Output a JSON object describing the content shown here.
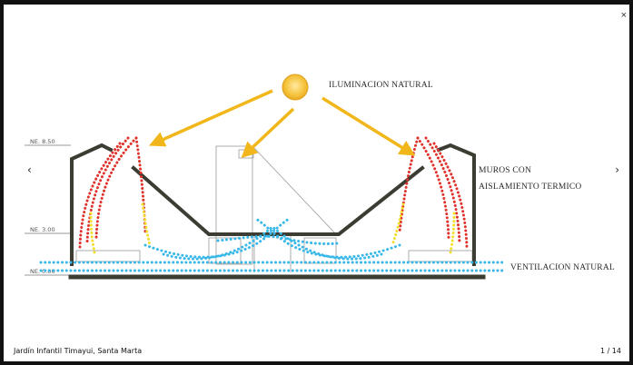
{
  "viewer": {
    "close_label": "×",
    "prev_label": "‹",
    "next_label": "›",
    "caption": "Jardín Infantil Timayui, Santa Marta",
    "counter": "1 / 14"
  },
  "diagram": {
    "labels": {
      "lighting": "ILUMINACION NATURAL",
      "walls_line1": "MUROS CON",
      "walls_line2": "AISLAMIENTO TERMICO",
      "ventilation": "VENTILACION NATURAL"
    },
    "levels": {
      "top": "NE. 8.50",
      "mid": "NE. 3.00",
      "base": "NE. 0.00"
    },
    "colors": {
      "sun": "#f5c23a",
      "arrows": "#f1b71a",
      "structure": "#3c3c33",
      "heat_red": "#e0322c",
      "heat_yellow": "#f2df2a",
      "air_blue": "#38b8e8"
    }
  }
}
